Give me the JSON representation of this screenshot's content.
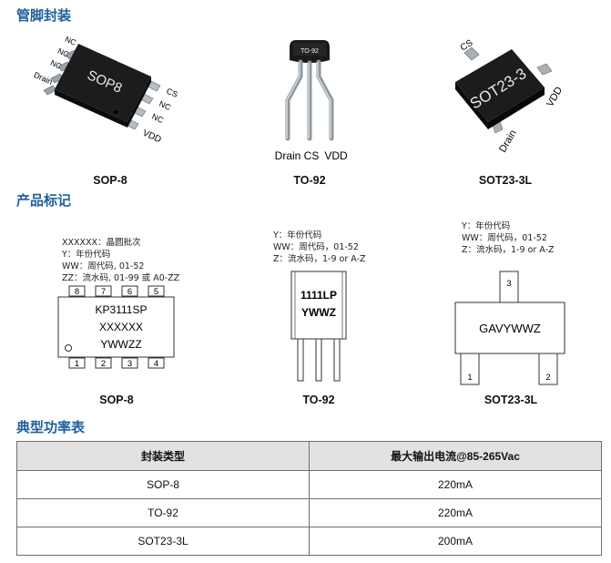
{
  "sections": {
    "package": "管脚封装",
    "marking": "产品标记",
    "power": "典型功率表"
  },
  "packages": {
    "sop8": {
      "caption": "SOP-8",
      "body_text": "SOP8",
      "pins": [
        "NC",
        "NC",
        "NC",
        "Drain",
        "CS",
        "NC",
        "NC",
        "VDD"
      ]
    },
    "to92": {
      "caption": "TO-92",
      "body_text": "TO-92",
      "pins": [
        "Drain",
        "CS",
        "VDD"
      ]
    },
    "sot23": {
      "caption": "SOT23-3L",
      "body_text": "SOT23-3",
      "pins": [
        "CS",
        "VDD",
        "Drain"
      ]
    }
  },
  "marking": {
    "sop8": {
      "caption": "SOP-8",
      "legend": [
        "XXXXXX：晶圆批次",
        "Y：年份代码",
        "WW：周代码, 01-52",
        "ZZ：流水码, 01-99 或 A0-ZZ"
      ],
      "lines": [
        "KP3111SP",
        "XXXXXX",
        "YWWZZ"
      ],
      "pins_top": [
        "8",
        "7",
        "6",
        "5"
      ],
      "pins_bottom": [
        "1",
        "2",
        "3",
        "4"
      ]
    },
    "to92": {
      "caption": "TO-92",
      "legend": [
        "Y：年份代码",
        "WW：周代码，01-52",
        "Z：流水码，1-9 or A-Z"
      ],
      "lines": [
        "1111LP",
        "YWWZ"
      ]
    },
    "sot23": {
      "caption": "SOT23-3L",
      "legend": [
        "Y：年份代码",
        "WW：周代码，01-52",
        "Z：流水码，1-9 or A-Z"
      ],
      "lines": [
        "GAVYWWZ"
      ],
      "pins": [
        "3",
        "1",
        "2"
      ]
    }
  },
  "power_table": {
    "headers": [
      "封装类型",
      "最大输出电流@85-265Vac"
    ],
    "rows": [
      [
        "SOP-8",
        "220mA"
      ],
      [
        "TO-92",
        "220mA"
      ],
      [
        "SOT23-3L",
        "200mA"
      ]
    ]
  }
}
